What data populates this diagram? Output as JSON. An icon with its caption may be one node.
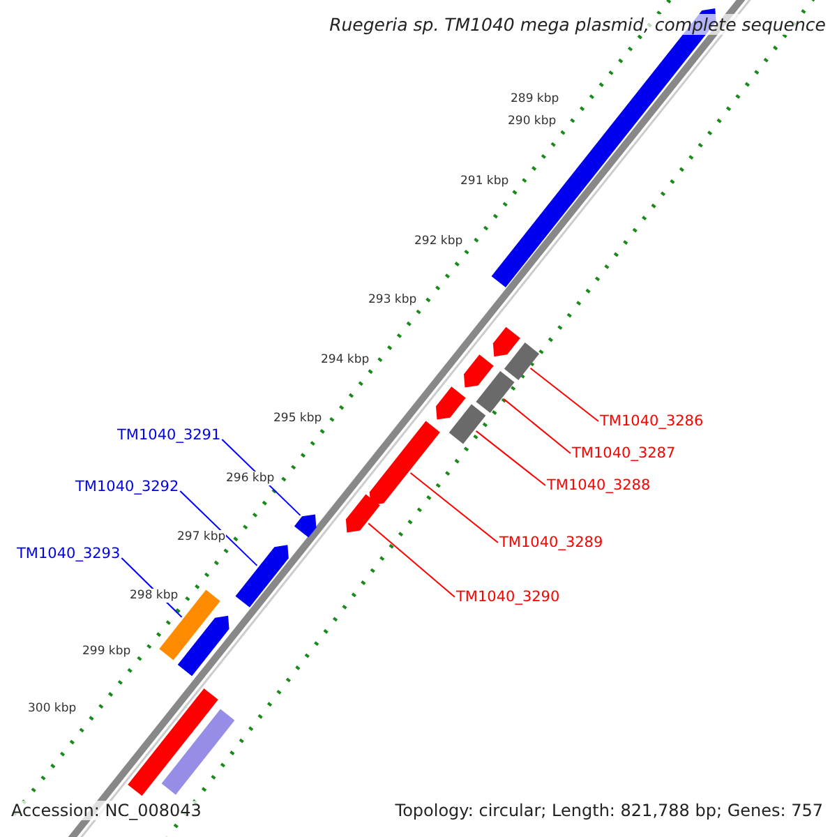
{
  "diagram": {
    "title": "Ruegeria sp. TM1040 mega plasmid, complete sequence",
    "nodes": [
      {
        "text": [],
        "shape": "arrow"
      },
      {
        "text": [],
        "shape": "arrow"
      },
      {
        "text": [],
        "shape": "arrow"
      },
      {
        "text": [],
        "shape": "arrow"
      },
      {
        "text": [],
        "shape": "bar"
      },
      {
        "text": [],
        "shape": "bar"
      },
      {
        "text": [],
        "shape": "bar"
      },
      {
        "text": [],
        "shape": "arrow"
      },
      {
        "text": [],
        "shape": "arrow"
      },
      {
        "text": [],
        "shape": "arrow"
      },
      {
        "text": [],
        "shape": "arrow"
      },
      {
        "text": [],
        "shape": "bar"
      },
      {
        "text": [],
        "shape": "arrow"
      },
      {
        "text": [],
        "shape": "bar"
      },
      {
        "text": [],
        "shape": "bar"
      },
      {
        "text": [
          "TM1040_3286"
        ]
      },
      {
        "text": [
          "TM1040_3287"
        ]
      },
      {
        "text": [
          "TM1040_3288"
        ]
      },
      {
        "text": [
          "TM1040_3289"
        ]
      },
      {
        "text": [
          "TM1040_3290"
        ]
      },
      {
        "text": [
          "TM1040_3291"
        ]
      },
      {
        "text": [
          "TM1040_3292"
        ]
      },
      {
        "text": [
          "TM1040_3293"
        ]
      }
    ],
    "edges": [
      {
        "from": 15,
        "to": 4,
        "arrow": "none"
      },
      {
        "from": 16,
        "to": 5,
        "arrow": "none"
      },
      {
        "from": 17,
        "to": 6,
        "arrow": "none"
      },
      {
        "from": 18,
        "to": 7,
        "arrow": "none"
      },
      {
        "from": 19,
        "to": 8,
        "arrow": "none"
      },
      {
        "from": 20,
        "to": 9,
        "arrow": "none",
        "color": "#0000ff"
      },
      {
        "from": 21,
        "to": 10,
        "arrow": "none",
        "color": "#0000ff"
      },
      {
        "from": 22,
        "to": 11,
        "arrow": "none",
        "color": "#0000ff"
      }
    ],
    "labels": [
      "289 kbp",
      "290 kbp",
      "291 kbp",
      "292 kbp",
      "293 kbp",
      "294 kbp",
      "295 kbp",
      "296 kbp",
      "297 kbp",
      "298 kbp",
      "299 kbp",
      "300 kbp",
      "Accession: NC_008043",
      "Topology: circular; Length: 821,788 bp; Genes: 757"
    ]
  }
}
